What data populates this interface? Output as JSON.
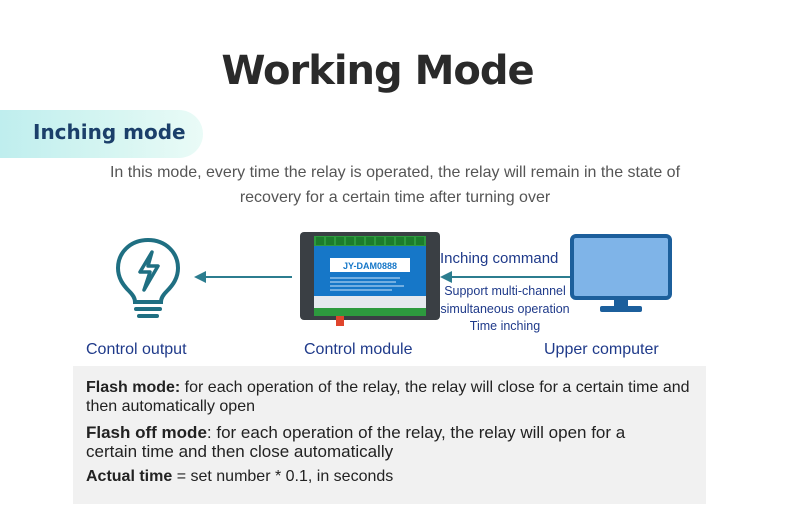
{
  "title": "Working Mode",
  "mode_label": "Inching mode",
  "description": "In this mode, every time the relay is operated, the relay will remain in the state of recovery for a certain time after turning over",
  "captions": {
    "output": "Control output",
    "module": "Control module",
    "computer": "Upper computer"
  },
  "module_label": "JY-DAM0888",
  "inching_command": "Inching command",
  "support": {
    "line1": "Support multi-channel",
    "line2": "simultaneous operation",
    "line3": "Time inching"
  },
  "notes": {
    "flash_label": "Flash mode:",
    "flash_text": " for each operation of the relay, the relay will close for a certain time and then automatically open",
    "flashoff_label": "Flash off mode",
    "flashoff_text": ": for each operation of the relay, the relay will open for a certain time and then close automatically",
    "actual_label": "Actual time",
    "actual_text": " = set number * 0.1, in seconds"
  },
  "colors": {
    "accent_blue": "#1f3a8a",
    "icon_teal": "#1f6f82",
    "arrow_teal": "#2c7d8f",
    "module_blue": "#1677c8",
    "monitor_blue": "#1c5f9c",
    "screen_blue": "#7fb4e8"
  }
}
